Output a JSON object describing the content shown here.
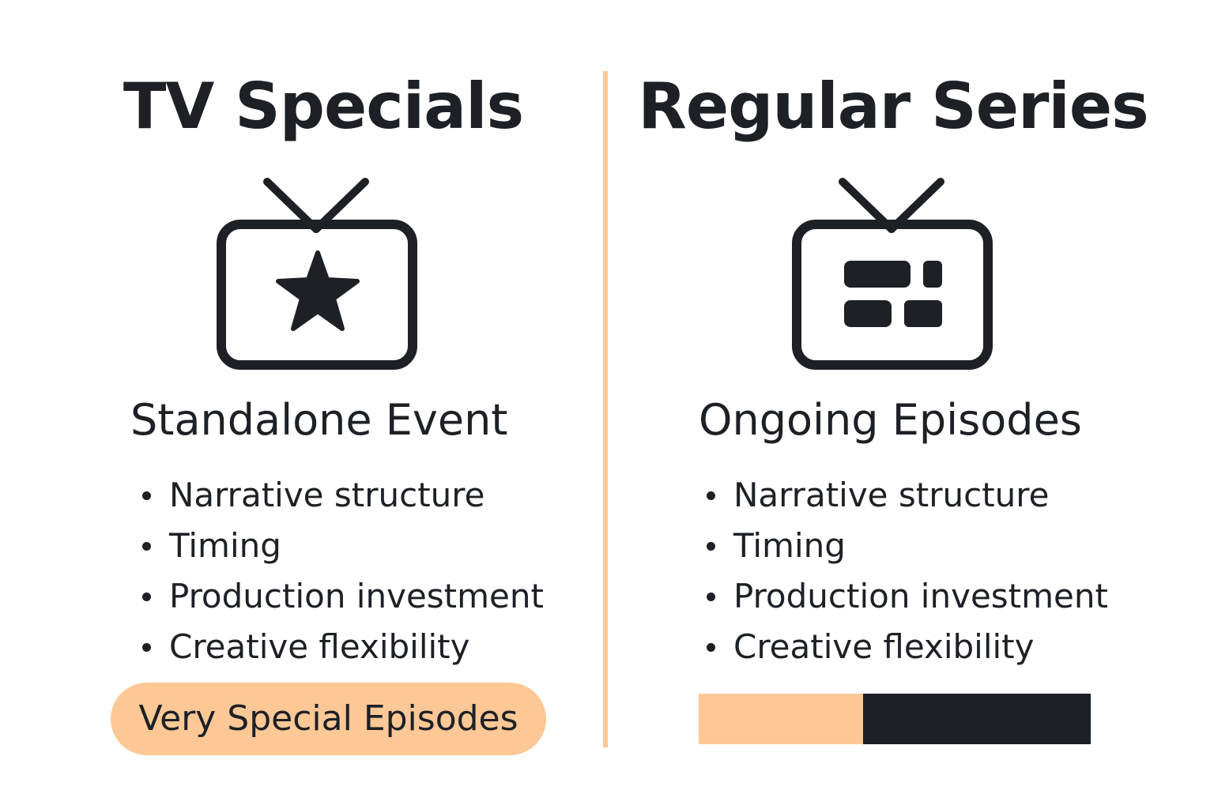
{
  "colors": {
    "accent": "#fdc896",
    "ink": "#1d2025",
    "background": "#ffffff"
  },
  "left": {
    "title": "TV Specials",
    "icon": "tv-star-icon",
    "subtitle": "Standalone Event",
    "features": [
      "Narrative structure",
      "Timing",
      "Production investment",
      "Creative flexibility"
    ],
    "badge": "Very Special Episodes"
  },
  "right": {
    "title": "Regular Series",
    "icon": "tv-grid-icon",
    "subtitle": "Ongoing Episodes",
    "features": [
      "Narrative structure",
      "Timing",
      "Production investment",
      "Creative flexibility"
    ],
    "progress": 0.42
  }
}
